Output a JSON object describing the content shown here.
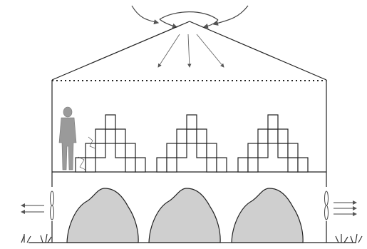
{
  "diagram": {
    "description_labels": [],
    "colors": {
      "line": "#222222",
      "mound_fill": "#cfcfcf",
      "person_fill": "#9a9a9a",
      "arrow": "#555555",
      "grass": "#333333"
    },
    "icons": [
      "airflow-arrow-icon",
      "person-icon",
      "fan-icon",
      "grass-icon"
    ],
    "structure": {
      "stacks": 3,
      "mounds": 3,
      "fans": 2
    }
  }
}
